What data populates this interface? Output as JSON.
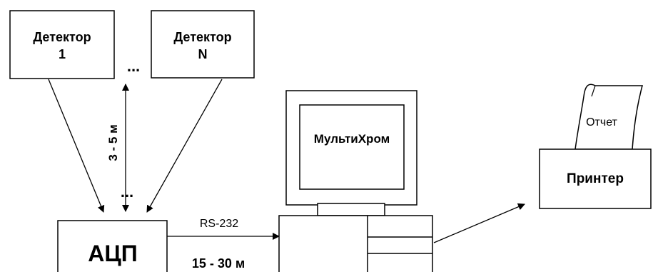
{
  "detector_1": {
    "line1": "Детектор",
    "line2": "1"
  },
  "detector_n": {
    "line1": "Детектор",
    "line2": "N"
  },
  "ellipsis_top": "...",
  "ellipsis_bottom": "...",
  "distance_detectors": "3 - 5 м",
  "adc": {
    "label": "АЦП"
  },
  "link": {
    "interface": "RS-232",
    "distance": "15 - 30 м"
  },
  "computer": {
    "screen_text": "МультиХром"
  },
  "report": {
    "label": "Отчет"
  },
  "printer": {
    "label": "Принтер"
  }
}
